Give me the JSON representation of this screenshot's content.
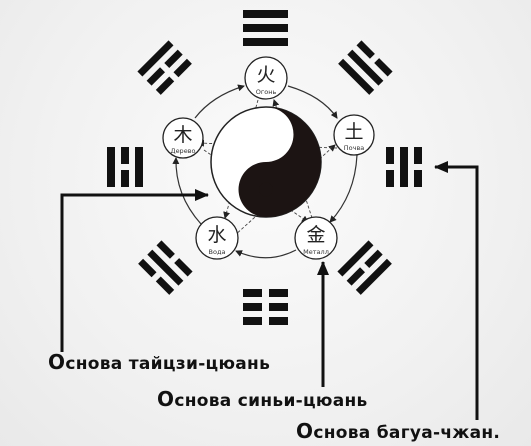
{
  "elements": {
    "fire": {
      "char": "火",
      "name": "Огонь"
    },
    "earth": {
      "char": "土",
      "name": "Почва"
    },
    "metal": {
      "char": "金",
      "name": "Металл"
    },
    "water": {
      "char": "水",
      "name": "Вода"
    },
    "wood": {
      "char": "木",
      "name": "Дерево"
    }
  },
  "labels": {
    "taiji": {
      "first": "О",
      "rest": "снова тайцзи-цюань"
    },
    "xingyi": {
      "first": "О",
      "rest": "снова синьи-цюань"
    },
    "bagua": {
      "first": "О",
      "rest": "снова багуа-чжан."
    }
  }
}
